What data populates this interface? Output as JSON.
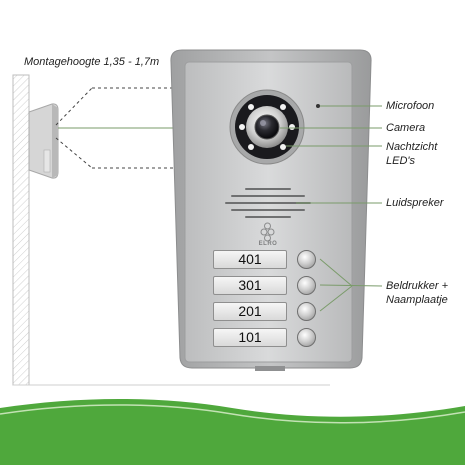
{
  "mounting_height_label": "Montagehoogte 1,35 - 1,7m",
  "brand_logo": "ELRO",
  "callouts": {
    "microphone": "Microfoon",
    "camera": "Camera",
    "night_vision_line1": "Nachtzicht",
    "night_vision_line2": "LED's",
    "speaker": "Luidspreker",
    "buttons_line1": "Beldrukker +",
    "buttons_line2": "Naamplaatje"
  },
  "nameplates": [
    "401",
    "301",
    "201",
    "101"
  ],
  "colors": {
    "panel": "#c9cacb",
    "housing": "#b3b4b5",
    "callout_line": "#7a9b6a",
    "wave_green": "#4fa83c"
  }
}
